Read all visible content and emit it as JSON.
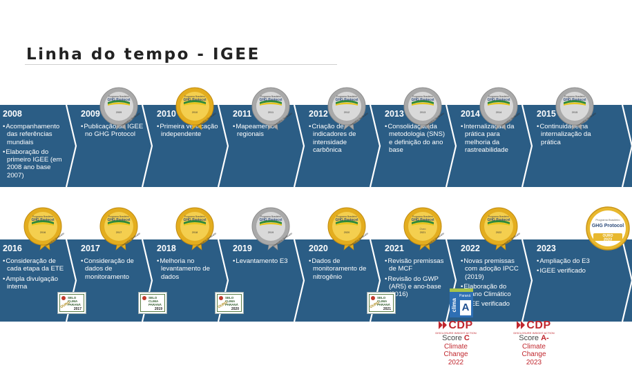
{
  "title": "Linha do tempo - IGEE",
  "colors": {
    "band": "#2b5d85",
    "divider": "#ffffff",
    "gold": "#e8b82e",
    "silver": "#b7b7b7",
    "cdp_red": "#c0262d"
  },
  "rows": [
    {
      "segments": [
        {
          "year": "2008",
          "items": [
            "Acompanhamento das referências mundiais",
            "Elaboração do primeiro IGEE (em 2008 ano base 2007)"
          ],
          "medal": null
        },
        {
          "year": "2009",
          "items": [
            "Publicação do IGEE no GHG Protocol"
          ],
          "medal": {
            "type": "silver",
            "year": "2009"
          }
        },
        {
          "year": "2010",
          "items": [
            "Primeira verificação independente"
          ],
          "medal": {
            "type": "gold",
            "year": "2010"
          }
        },
        {
          "year": "2011",
          "items": [
            "Mapeamentos regionais"
          ],
          "medal": {
            "type": "silver",
            "year": "2011"
          }
        },
        {
          "year": "2012",
          "items": [
            "Criação de indicadores de intensidade carbônica"
          ],
          "medal": {
            "type": "silver",
            "year": "2012"
          }
        },
        {
          "year": "2013",
          "items": [
            "Consolidação da metodologia (SNS) e definição do ano base"
          ],
          "medal": {
            "type": "silver",
            "year": "2013"
          }
        },
        {
          "year": "2014",
          "items": [
            "Internalização da prática para melhoria da rastreabilidade"
          ],
          "medal": {
            "type": "silver",
            "year": "2014"
          }
        },
        {
          "year": "2015",
          "items": [
            "Continuidade na internalização da prática"
          ],
          "medal": {
            "type": "silver",
            "year": "2015"
          }
        }
      ]
    },
    {
      "segments": [
        {
          "year": "2016",
          "items": [
            "Consideração de cada etapa da ETE",
            "Ampla divulgação interna"
          ],
          "medal": {
            "type": "gold",
            "year": "2016"
          },
          "selo": {
            "year": "2017",
            "ouro": true
          }
        },
        {
          "year": "2017",
          "items": [
            "Consideração de dados de monitoramento"
          ],
          "medal": {
            "type": "gold",
            "year": "2017"
          },
          "selo": {
            "year": "2019",
            "ouro": false
          }
        },
        {
          "year": "2018",
          "items": [
            "Melhoria no levantamento de dados"
          ],
          "medal": {
            "type": "gold",
            "year": "2018"
          },
          "selo": {
            "year": "2020",
            "ouro": true
          }
        },
        {
          "year": "2019",
          "items": [
            "Levantamento E3"
          ],
          "medal": {
            "type": "silver",
            "year": "2019"
          }
        },
        {
          "year": "2020",
          "items": [
            "Dados de monitoramento de nitrogênio"
          ],
          "medal": {
            "type": "gold",
            "year": "2020"
          },
          "selo": {
            "year": "2021",
            "ouro": true
          }
        },
        {
          "year": "2021",
          "items": [
            "Revisão premissas de MCF",
            "Revisão do GWP (AR5) e ano-base (2016)"
          ],
          "medal": {
            "type": "gold",
            "year": "2021",
            "ouro": "Ouro"
          }
        },
        {
          "year": "2022",
          "items": [
            "Novas premissas com adoção IPCC (2019)",
            "Elaboração do Plano Climático",
            "IGEE verificado"
          ],
          "medal": {
            "type": "gold",
            "year": "2022"
          }
        },
        {
          "year": "2023",
          "items": [
            "Ampliação do E3",
            "IGEE verificado"
          ],
          "medal": {
            "type": "gold-round",
            "year": "2023",
            "ouro": "OURO"
          }
        }
      ]
    }
  ],
  "medal_text": {
    "line1": "Programa Brasileiro",
    "line2": "GHG Protocol",
    "ribbon": "Inventário Verificado"
  },
  "selo_text": {
    "ouro": "OURO",
    "l1": "SELO",
    "l2": "CLIMA",
    "l3": "PARANÁ"
  },
  "clima": {
    "label": "clima",
    "sub": "Paraná",
    "grade": "A"
  },
  "cdp": [
    {
      "logo": "CDP",
      "tiny": "DISCLOSURE INSIGHT ACTION",
      "score_label": "Score",
      "score": "C",
      "l1": "Climate",
      "l2": "Change",
      "year": "2022"
    },
    {
      "logo": "CDP",
      "tiny": "DISCLOSURE INSIGHT ACTION",
      "score_label": "Score",
      "score": "A-",
      "l1": "Climate",
      "l2": "Change",
      "year": "2023"
    }
  ]
}
